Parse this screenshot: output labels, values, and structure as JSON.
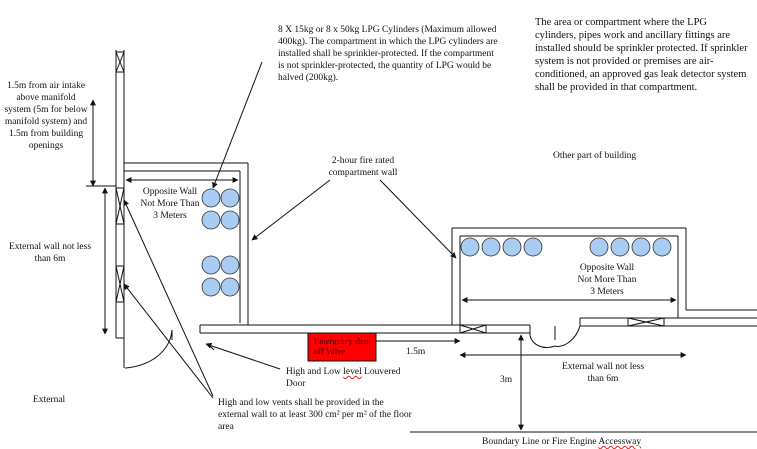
{
  "colors": {
    "cylinder": "#a9cdf2",
    "valve": "#ff0000",
    "line": "#111111"
  },
  "labels": {
    "cylinder_note": "8 X 15kg or 8 x 50kg LPG Cylinders (Maximum allowed 400kg). The compartment in which the LPG cylinders are installed shall be sprinkler-protected. If the compartment is not sprinkler-protected, the quantity of LPG would be halved (200kg).",
    "sprinkler_note": "The area or compartment where the LPG cylinders, pipes work and ancillary fittings are installed should be sprinkler protected. If sprinkler system is not provided or premises are air-conditioned, an approved gas leak detector system shall be provided in that compartment.",
    "air_intake": "1.5m from air intake above manifold system (5m for below manifold system) and 1.5m from building openings",
    "ext_wall_left": "External wall not less than 6m",
    "opposite_left": "Opposite Wall Not More Than 3 Meters",
    "fire_wall": "2-hour fire rated compartment wall",
    "other_part": "Other part of building",
    "opposite_right": "Opposite Wall Not More Than 3 Meters",
    "valve": "Emergency shut-off Valve",
    "dist_15": "1.5m",
    "louvered_pre": "High and Low ",
    "louvered_sq": "level",
    "louvered_post": " Louvered Door",
    "ext_wall_right": "External wall not less than 6m",
    "dist_3m": "3m",
    "external": "External",
    "vents": "High and low vents shall be provided in the external wall to at least 300 cm² per m² of the floor area",
    "boundary_pre": "Boundary Line or Fire Engine ",
    "boundary_sq": "Accessway"
  }
}
